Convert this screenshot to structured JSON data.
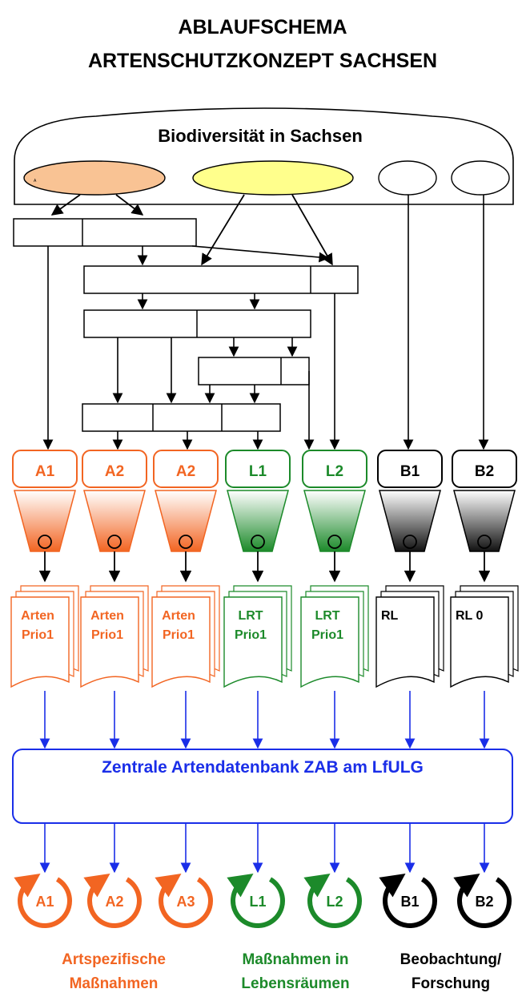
{
  "title": {
    "line1": "ABLAUFSCHEMA",
    "line2": "ARTENSCHUTZKONZEPT SACHSEN"
  },
  "dome": {
    "label": "Biodiversität in Sachsen",
    "small_mark": "A"
  },
  "colors": {
    "orange": "#f26522",
    "green": "#1c8a2a",
    "black": "#000000",
    "blue": "#1a2ee8",
    "orange_fill": "#f9c394",
    "yellow_fill": "#ffff8c"
  },
  "categories": [
    {
      "label": "A1",
      "doc_line1": "Arten",
      "doc_line2": "Prio1",
      "cycle_label": "A1",
      "color": "orange"
    },
    {
      "label": "A2",
      "doc_line1": "Arten",
      "doc_line2": "Prio1",
      "cycle_label": "A2",
      "color": "orange"
    },
    {
      "label": "A2",
      "doc_line1": "Arten",
      "doc_line2": "Prio1",
      "cycle_label": "A3",
      "color": "orange"
    },
    {
      "label": "L1",
      "doc_line1": "LRT",
      "doc_line2": "Prio1",
      "cycle_label": "L1",
      "color": "green"
    },
    {
      "label": "L2",
      "doc_line1": "LRT",
      "doc_line2": "Prio1",
      "cycle_label": "L2",
      "color": "green"
    },
    {
      "label": "B1",
      "doc_line1": "RL",
      "doc_line2": "",
      "cycle_label": "B1",
      "color": "black"
    },
    {
      "label": "B2",
      "doc_line1": "RL 0",
      "doc_line2": "",
      "cycle_label": "B2",
      "color": "black"
    }
  ],
  "database": {
    "label": "Zentrale Artendatenbank ZAB am LfULG"
  },
  "groups": [
    {
      "line1": "Artspezifische",
      "line2": "Maßnahmen",
      "color": "orange"
    },
    {
      "line1": "Maßnahmen in",
      "line2": "Lebensräumen",
      "color": "green"
    },
    {
      "line1": "Beobachtung/",
      "line2": "Forschung",
      "color": "black"
    }
  ]
}
